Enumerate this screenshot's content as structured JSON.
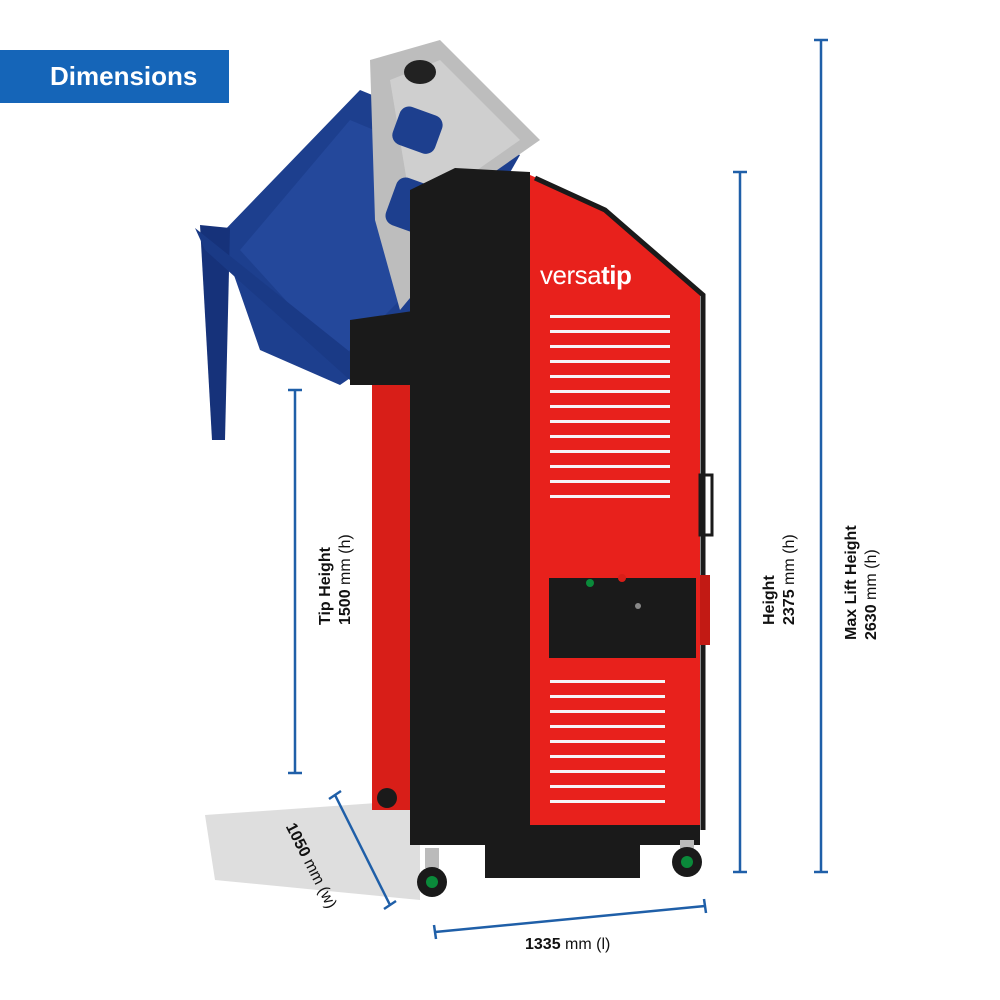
{
  "heading": "Dimensions",
  "brand": {
    "prefix": "versa",
    "suffix": "tip"
  },
  "dimensions": {
    "tip_height": {
      "title": "Tip Height",
      "value": "1500",
      "unit": "mm (h)"
    },
    "height": {
      "title": "Height",
      "value": "2375",
      "unit": "mm (h)"
    },
    "max_lift_height": {
      "title": "Max Lift Height",
      "value": "2630",
      "unit": "mm (h)"
    },
    "width": {
      "value": "1050",
      "unit": "mm (w)"
    },
    "length": {
      "value": "1335",
      "unit": "mm (l)"
    }
  },
  "colors": {
    "accent_blue": "#1565b8",
    "dimension_line": "#1f5fa8",
    "machine_red": "#e8211c",
    "frame_black": "#1a1a1a",
    "bin_blue": "#1d3f8e"
  }
}
